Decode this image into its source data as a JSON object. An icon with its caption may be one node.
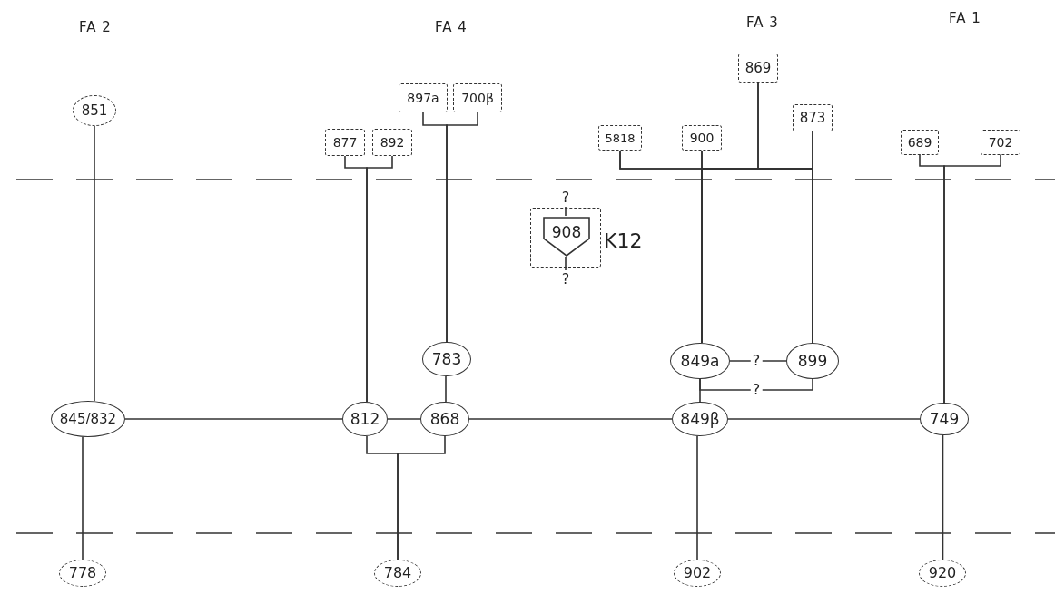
{
  "diagram": {
    "nodes": [
      {
        "text": [
          "851"
        ]
      },
      {
        "text": [
          "877"
        ]
      },
      {
        "text": [
          "892"
        ]
      },
      {
        "text": [
          "897a"
        ]
      },
      {
        "text": [
          "700β"
        ]
      },
      {
        "text": [
          "5818"
        ]
      },
      {
        "text": [
          "900"
        ]
      },
      {
        "text": [
          "869"
        ]
      },
      {
        "text": [
          "873"
        ]
      },
      {
        "text": [
          "689"
        ]
      },
      {
        "text": [
          "702"
        ]
      },
      {
        "text": [],
        "shape": "box",
        "beside": [
          "K12"
        ]
      },
      {
        "text": [
          "908"
        ],
        "in": 11
      },
      {
        "text": [
          "783"
        ]
      },
      {
        "text": [
          "849a"
        ]
      },
      {
        "text": [
          "899"
        ]
      },
      {
        "text": [
          "845/832"
        ]
      },
      {
        "text": [
          "812"
        ]
      },
      {
        "text": [
          "868"
        ]
      },
      {
        "text": [
          "849β"
        ]
      },
      {
        "text": [
          "749"
        ]
      },
      {
        "text": [
          "778"
        ]
      },
      {
        "text": [
          "784"
        ]
      },
      {
        "text": [
          "902"
        ]
      },
      {
        "text": [
          "920"
        ]
      }
    ],
    "edges": [
      {
        "from": 0,
        "to": 16,
        "arrow": "none"
      },
      {
        "from": 1,
        "to": 17,
        "arrow": "none"
      },
      {
        "from": 2,
        "to": 17,
        "arrow": "none"
      },
      {
        "from": 3,
        "to": 13,
        "arrow": "none"
      },
      {
        "from": 4,
        "to": 13,
        "arrow": "none"
      },
      {
        "from": 13,
        "to": 18,
        "arrow": "none"
      },
      {
        "from": 5,
        "to": 14,
        "arrow": "none"
      },
      {
        "from": 5,
        "to": 15,
        "arrow": "none"
      },
      {
        "from": 6,
        "to": 14,
        "arrow": "none"
      },
      {
        "from": 6,
        "to": 15,
        "arrow": "none"
      },
      {
        "from": 7,
        "to": 14,
        "arrow": "none"
      },
      {
        "from": 7,
        "to": 15,
        "arrow": "none"
      },
      {
        "from": 8,
        "to": 14,
        "arrow": "none"
      },
      {
        "from": 8,
        "to": 15,
        "arrow": "none"
      },
      {
        "from": 14,
        "to": 15,
        "arrow": "none",
        "label": "?"
      },
      {
        "from": 15,
        "to": 14,
        "arrow": "none",
        "label": "?"
      },
      {
        "from": 14,
        "to": 19,
        "arrow": "none"
      },
      {
        "from": 9,
        "to": 20,
        "arrow": "none"
      },
      {
        "from": 10,
        "to": 20,
        "arrow": "none"
      },
      {
        "from": 16,
        "to": 17,
        "arrow": "none"
      },
      {
        "from": 17,
        "to": 18,
        "arrow": "none"
      },
      {
        "from": 18,
        "to": 19,
        "arrow": "none"
      },
      {
        "from": 19,
        "to": 20,
        "arrow": "none"
      },
      {
        "from": 16,
        "to": 21,
        "arrow": "none"
      },
      {
        "from": 17,
        "to": 22,
        "arrow": "none"
      },
      {
        "from": 18,
        "to": 22,
        "arrow": "none"
      },
      {
        "from": 19,
        "to": 23,
        "arrow": "none"
      },
      {
        "from": 20,
        "to": 24,
        "arrow": "none"
      },
      {
        "from": null,
        "to": 12,
        "arrow": "none",
        "label": "?"
      },
      {
        "from": 12,
        "to": null,
        "arrow": "none",
        "label": "?"
      }
    ],
    "labels": [
      "FA 2",
      "FA 4",
      "FA 3",
      "FA 1"
    ]
  }
}
